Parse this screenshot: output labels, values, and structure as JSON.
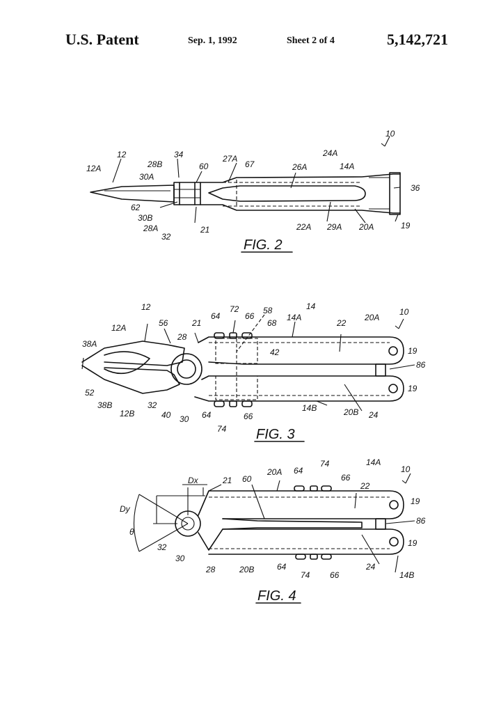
{
  "header": {
    "left": "U.S. Patent",
    "date": "Sep. 1, 1992",
    "sheet": "Sheet 2 of 4",
    "number": "5,142,721"
  },
  "fig2": {
    "caption": "FIG. 2",
    "labels": [
      "10",
      "12",
      "12A",
      "34",
      "28B",
      "30A",
      "60",
      "27A",
      "67",
      "26A",
      "24A",
      "14A",
      "36",
      "62",
      "30B",
      "28A",
      "32",
      "21",
      "22A",
      "29A",
      "20A",
      "19"
    ]
  },
  "fig3": {
    "caption": "FIG. 3",
    "labels": [
      "12",
      "12A",
      "56",
      "21",
      "64",
      "72",
      "66",
      "58",
      "68",
      "14",
      "14A",
      "22",
      "20A",
      "10",
      "38A",
      "28",
      "42",
      "19",
      "86",
      "52",
      "38B",
      "12B",
      "32",
      "40",
      "30",
      "64",
      "74",
      "66",
      "14B",
      "20B",
      "24",
      "19"
    ]
  },
  "fig4": {
    "caption": "FIG. 4",
    "labels": [
      "Dx",
      "21",
      "60",
      "20A",
      "64",
      "74",
      "66",
      "14A",
      "10",
      "Dy",
      "22",
      "19",
      "86",
      "θ",
      "32",
      "30",
      "28",
      "20B",
      "64",
      "74",
      "66",
      "24",
      "19",
      "14B"
    ]
  }
}
